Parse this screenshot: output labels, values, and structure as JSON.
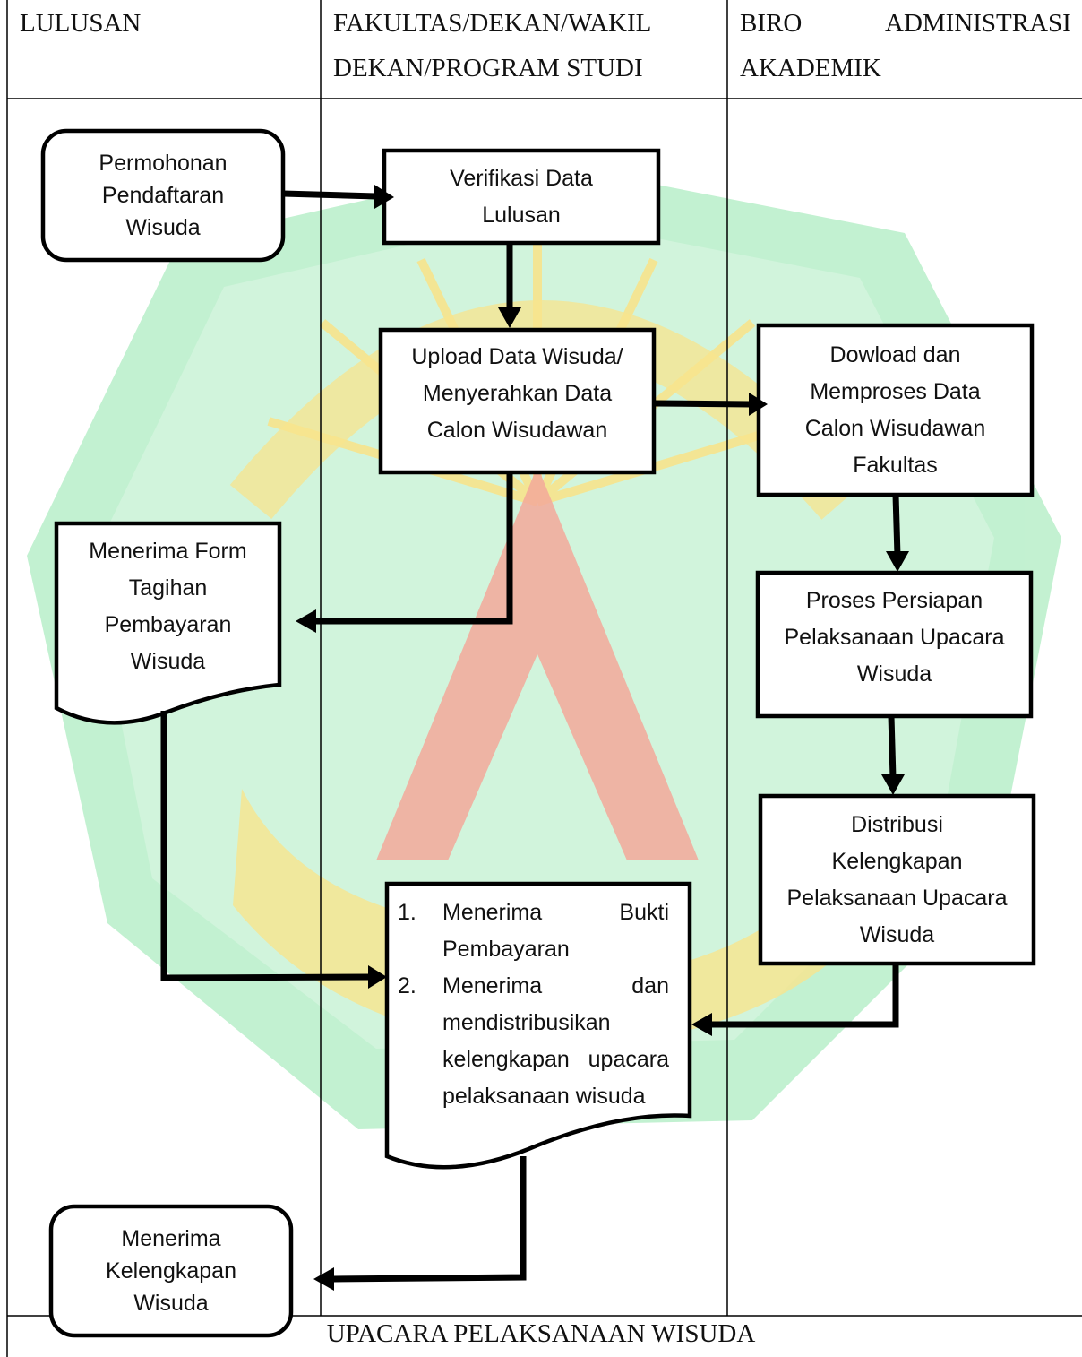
{
  "header": {
    "col1": "LULUSAN",
    "col2_line1": "FAKULTAS/DEKAN/WAKIL",
    "col2_line2": "DEKAN/PROGRAM STUDI",
    "col3_biro": "BIRO",
    "col3_admin": "ADMINISTRASI",
    "col3_line2": "AKADEMIK"
  },
  "nodes": {
    "permohonan": [
      "Permohonan",
      "Pendaftaran",
      "Wisuda"
    ],
    "verifikasi": [
      "Verifikasi Data",
      "Lulusan"
    ],
    "upload": [
      "Upload Data Wisuda/",
      "Menyerahkan Data",
      "Calon Wisudawan"
    ],
    "download": [
      "Dowload dan",
      "Memproses Data",
      "Calon Wisudawan",
      "Fakultas"
    ],
    "menerima_form": [
      "Menerima Form",
      "Tagihan",
      "Pembayaran",
      "Wisuda"
    ],
    "proses": [
      "Proses Persiapan",
      "Pelaksanaan Upacara",
      "Wisuda"
    ],
    "distribusi": [
      "Distribusi",
      "Kelengkapan",
      "Pelaksanaan Upacara",
      "Wisuda"
    ],
    "menerima_bukti": {
      "items": [
        {
          "num": "1.",
          "text": "Menerima Bukti Pembayaran"
        },
        {
          "num": "2.",
          "text": "Menerima dan mendistribusikan kelengkapan upacara pelaksanaan wisuda"
        }
      ]
    },
    "menerima_kelengkapan": [
      "Menerima",
      "Kelengkapan",
      "Wisuda"
    ]
  },
  "footer": "UPACARA PELAKSANAAN WISUDA",
  "colors": {
    "line": "#000000",
    "watermark_green": "#b8efc9",
    "watermark_yellow": "#f7e07a",
    "watermark_red": "#f29a8a"
  }
}
